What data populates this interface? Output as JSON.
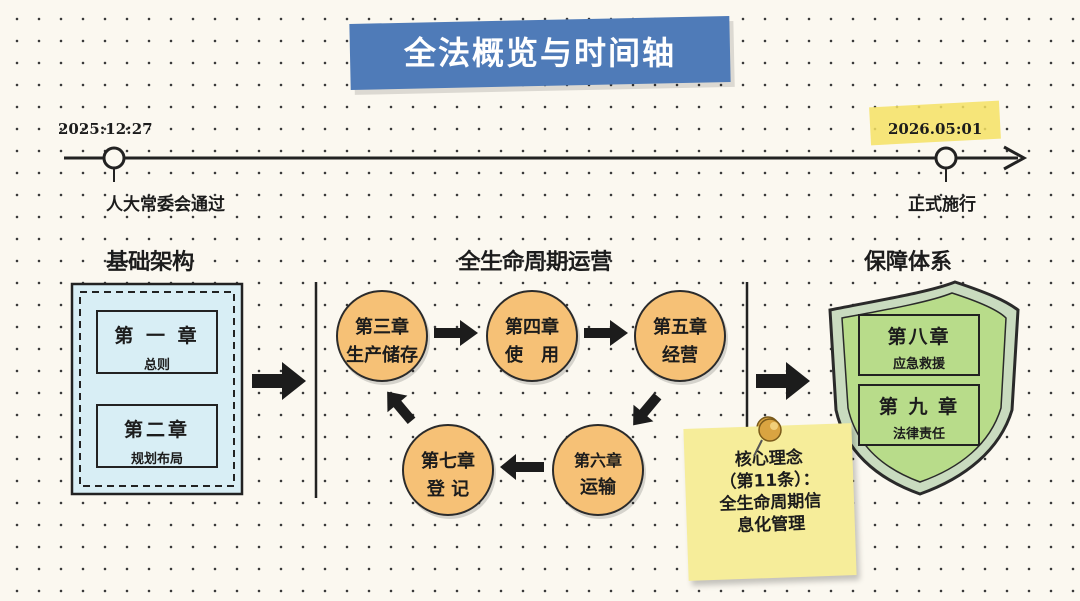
{
  "title": "全法概览与时间轴",
  "timeline": {
    "start": {
      "date": "2025:12:27",
      "event": "人大常委会通过"
    },
    "end": {
      "date": "2026.05:01",
      "event": "正式施行"
    }
  },
  "sections": {
    "foundation": {
      "title": "基础架构",
      "chapters": [
        {
          "chapter": "第 一 章",
          "topic": "总则"
        },
        {
          "chapter": "第二章",
          "topic": "规划布局"
        }
      ]
    },
    "lifecycle": {
      "title": "全生命周期运营",
      "chapters": [
        {
          "chapter": "第三章",
          "topic": "生产储存"
        },
        {
          "chapter": "第四章",
          "topic": "使　用"
        },
        {
          "chapter": "第五章",
          "topic": "经营"
        },
        {
          "chapter": "第六章",
          "topic": "运输"
        },
        {
          "chapter": "第七章",
          "topic": "登 记"
        }
      ]
    },
    "protection": {
      "title": "保障体系",
      "chapters": [
        {
          "chapter": "第八章",
          "topic": "应急救援"
        },
        {
          "chapter": "第 九 章",
          "topic": "法律责任"
        }
      ]
    }
  },
  "note": {
    "lines": [
      "核心理念",
      "（第11条）：",
      "全生命周期信",
      "息化管理"
    ]
  },
  "colors": {
    "title_banner": "#4f7bb8",
    "foundation_fill": "#d8eef5",
    "lifecycle_fill": "#f6c176",
    "protection_fill": "#b8dc8a",
    "note_fill": "#f6ed9a",
    "highlight": "#f4e264"
  },
  "icons": [
    "push-pin-icon",
    "shield-icon",
    "arrow-right-icon"
  ]
}
